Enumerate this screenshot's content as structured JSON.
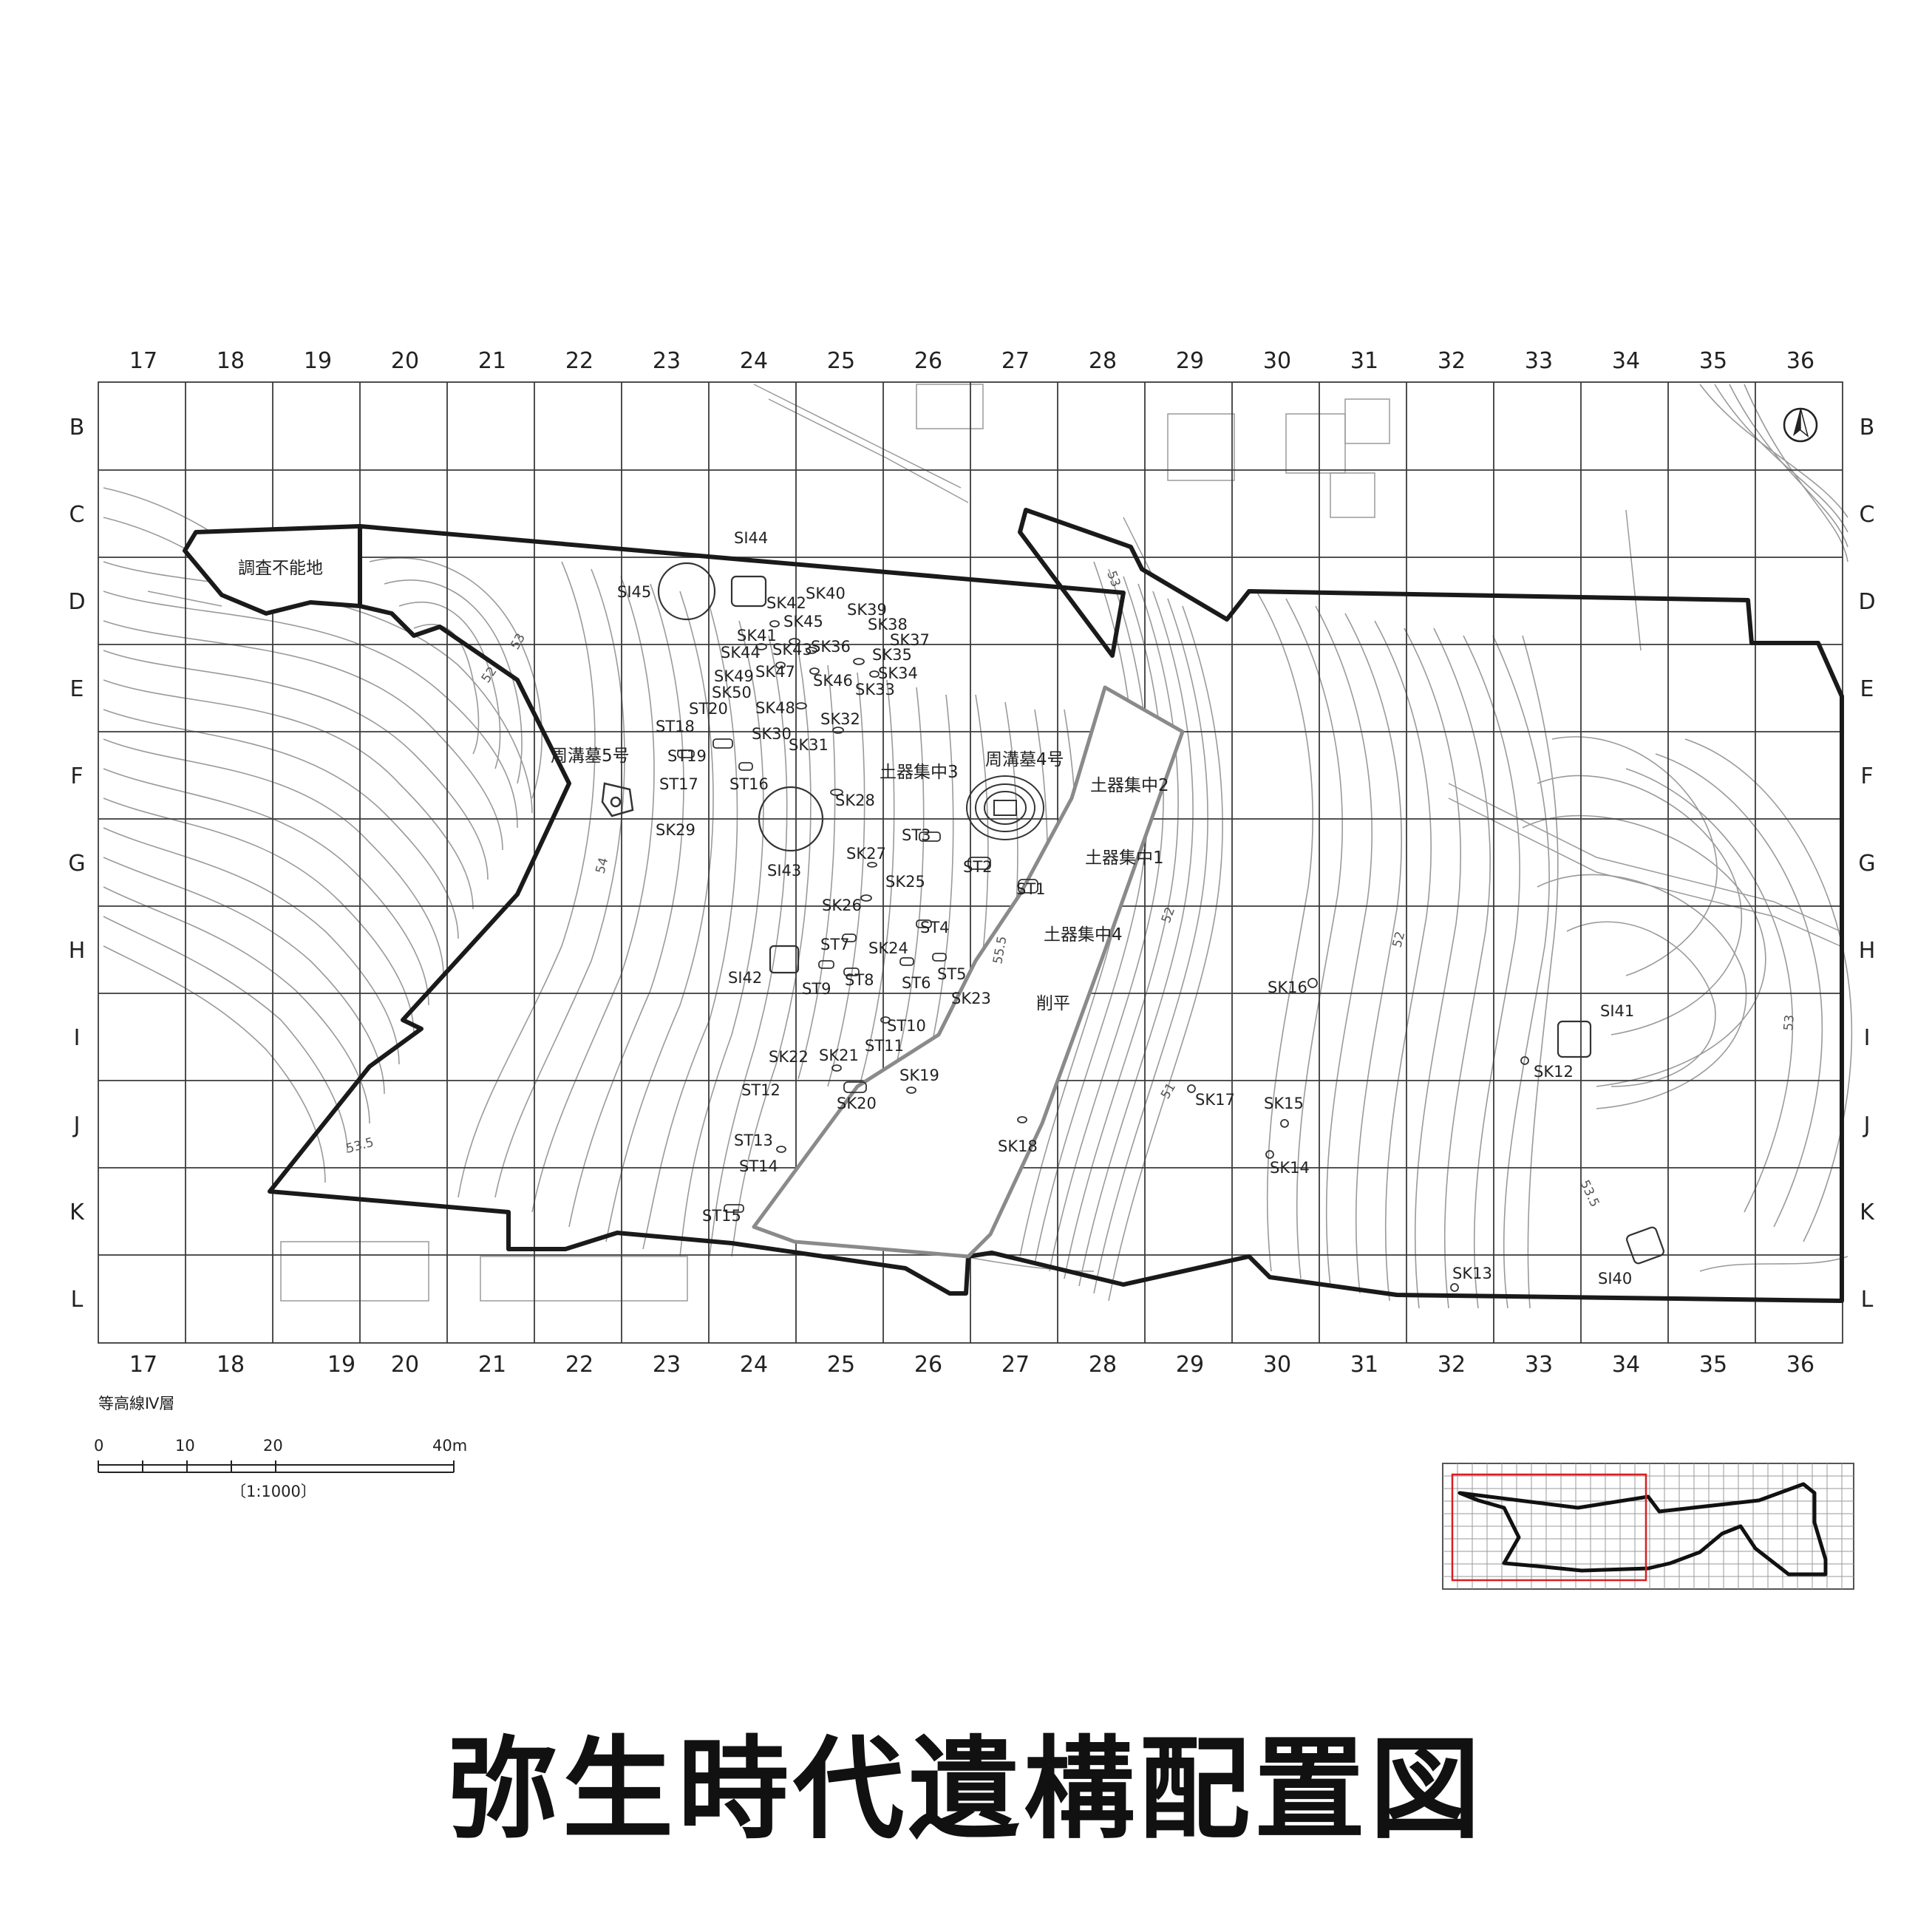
{
  "title": "弥生時代遺構配置図",
  "grid": {
    "columns": [
      "17",
      "18",
      "19",
      "20",
      "21",
      "22",
      "23",
      "24",
      "25",
      "26",
      "27",
      "28",
      "29",
      "30",
      "31",
      "32",
      "33",
      "34",
      "35",
      "36"
    ],
    "rows": [
      "B",
      "C",
      "D",
      "E",
      "F",
      "G",
      "H",
      "I",
      "J",
      "K",
      "L"
    ]
  },
  "contour_layer_label": "等高線Ⅳ層",
  "scale": {
    "ticks": [
      "0",
      "10",
      "20",
      "40m"
    ],
    "ratio": "〔1:1000〕"
  },
  "north_arrow": "north-arrow-icon",
  "areas": {
    "unsurveyed": "調査不能地",
    "leveled": "削平"
  },
  "contour_numbers": [
    "53",
    "52",
    "54",
    "53.5",
    "53",
    "55.5",
    "52",
    "51",
    "52",
    "53.5",
    "53"
  ],
  "features": [
    "SI44",
    "SI45",
    "SK40",
    "SK42",
    "SK39",
    "SK45",
    "SK38",
    "SK41",
    "SK37",
    "SK44",
    "SK43",
    "SK36",
    "SK35",
    "SK47",
    "SK34",
    "SK49",
    "SK46",
    "SK33",
    "SK50",
    "ST20",
    "SK48",
    "SK32",
    "ST18",
    "SK30",
    "SK31",
    "ST19",
    "周溝墓5号",
    "周溝墓4号",
    "土器集中3",
    "土器集中2",
    "ST17",
    "ST16",
    "SK28",
    "SK29",
    "ST3",
    "SK27",
    "土器集中1",
    "ST2",
    "ST1",
    "SI43",
    "SK25",
    "SK26",
    "ST4",
    "土器集中4",
    "ST7",
    "SK24",
    "SI42",
    "ST8",
    "ST6",
    "ST5",
    "ST9",
    "SK23",
    "削平",
    "SK16",
    "ST10",
    "SI41",
    "ST11",
    "SK22",
    "SK21",
    "SK12",
    "ST12",
    "SK19",
    "SK17",
    "SK20",
    "SK15",
    "SK18",
    "ST13",
    "ST14",
    "SK14",
    "ST15",
    "SK13",
    "SI40"
  ]
}
